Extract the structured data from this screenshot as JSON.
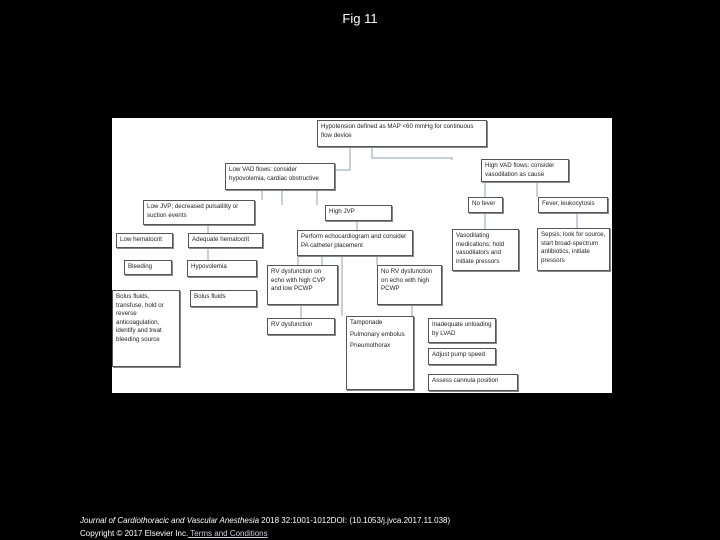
{
  "slide_title": "Fig 11",
  "flowchart": {
    "root": "Hypotension defined as MAP <60 mmHg for continuous flow device",
    "low_vad": "Low VAD flows: consider hypovolemia, cardiac obstructive",
    "high_vad": "High VAD flows: consider vasodilation as cause",
    "low_jvp": "Low JVP; decreased pulsatility or suction events",
    "high_jvp": "High JVP",
    "echo": "Perform echocardiogram and consider PA catheter placement",
    "no_fever": "No fever",
    "fever": "Fever, leukocytosis",
    "vasodilating": "Vasodilating medications; hold vasodilators and initiate pressors",
    "sepsis": "Sepsis; look for source, start broad-spectrum antibiotics, initiate pressors",
    "low_hct": "Low hematocrit",
    "adequate_hct": "Adequate hematocrit",
    "bleeding": "Bleeding",
    "hypovolemia": "Hypovolemia",
    "bleeding_tx": "Bolus fluids, transfuse, hold or reverse anticoagulation, identify and treat bleeding source",
    "bolus": "Bolus fluids",
    "rv_echo": "RV dysfunction on echo with high CVP and low PCWP",
    "no_rv_echo": "No RV dysfunction on echo with high PCWP",
    "rv_dys": "RV dysfunction",
    "obstructive": [
      "Tamponade",
      "Pulmonary embolus",
      "Pneumothorax"
    ],
    "inadequate": "Inadequate unloading by LVAD",
    "adjust": "Adjust pump speed",
    "assess": "Assess cannula position"
  },
  "footer": {
    "journal": "Journal of Cardiothoracic and Vascular Anesthesia",
    "citation": " 2018 32:1001-1012DOI: (10.1053/j.jvca.2017.11.038)",
    "copyright": "Copyright © 2017 Elsevier Inc.",
    "terms_link": " Terms and Conditions"
  },
  "colors": {
    "background": "#000000",
    "connector": "#8ea2b8"
  }
}
